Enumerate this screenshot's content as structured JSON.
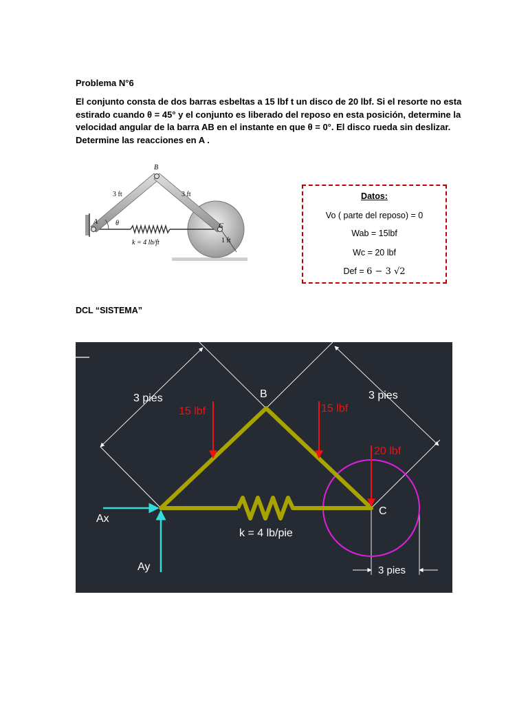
{
  "problem": {
    "title": "Problema N°6",
    "lines": [
      "El conjunto consta de dos barras esbeltas a 15 lbf t un disco de 20 lbf. Si el resorte no esta",
      "estirado cuando θ = 45° y el conjunto es liberado del reposo en esta posición, determine la",
      "velocidad angular de la barra AB en el instante en que θ = 0°. El disco rueda sin deslizar.",
      "Determine las reacciones en A ."
    ]
  },
  "figure1": {
    "label_a": "A",
    "label_b": "B",
    "label_c": "C",
    "label_theta": "θ",
    "bar_ab_length": "3 ft",
    "bar_bc_length": "3 ft",
    "spring_label": "k = 4 lb/ft",
    "disk_radius": "1 ft"
  },
  "datos": {
    "header": "Datos:",
    "vo": "Vo ( parte del reposo) = 0",
    "wab": "Wab = 15lbf",
    "wc": "Wc = 20 lbf",
    "def_label": "Def =",
    "def_value": "6 − 3 √2"
  },
  "dcl": {
    "heading": "DCL “SISTEMA”",
    "label_b": "B",
    "label_c": "C",
    "dim_left": "3 pies",
    "dim_right": "3 pies",
    "dim_bottom": "3 pies",
    "force_ab": "15 lbf",
    "force_bc": "15 lbf",
    "force_c": "20 lbf",
    "reaction_x": "Ax",
    "reaction_y": "Ay",
    "spring": "k = 4 lb/pie",
    "colors": {
      "background": "#262a33",
      "bars": "#a9a300",
      "forces": "#ee1111",
      "reactions": "#33dddd",
      "disk": "#e020e0",
      "dimensions": "#ffffff"
    }
  }
}
